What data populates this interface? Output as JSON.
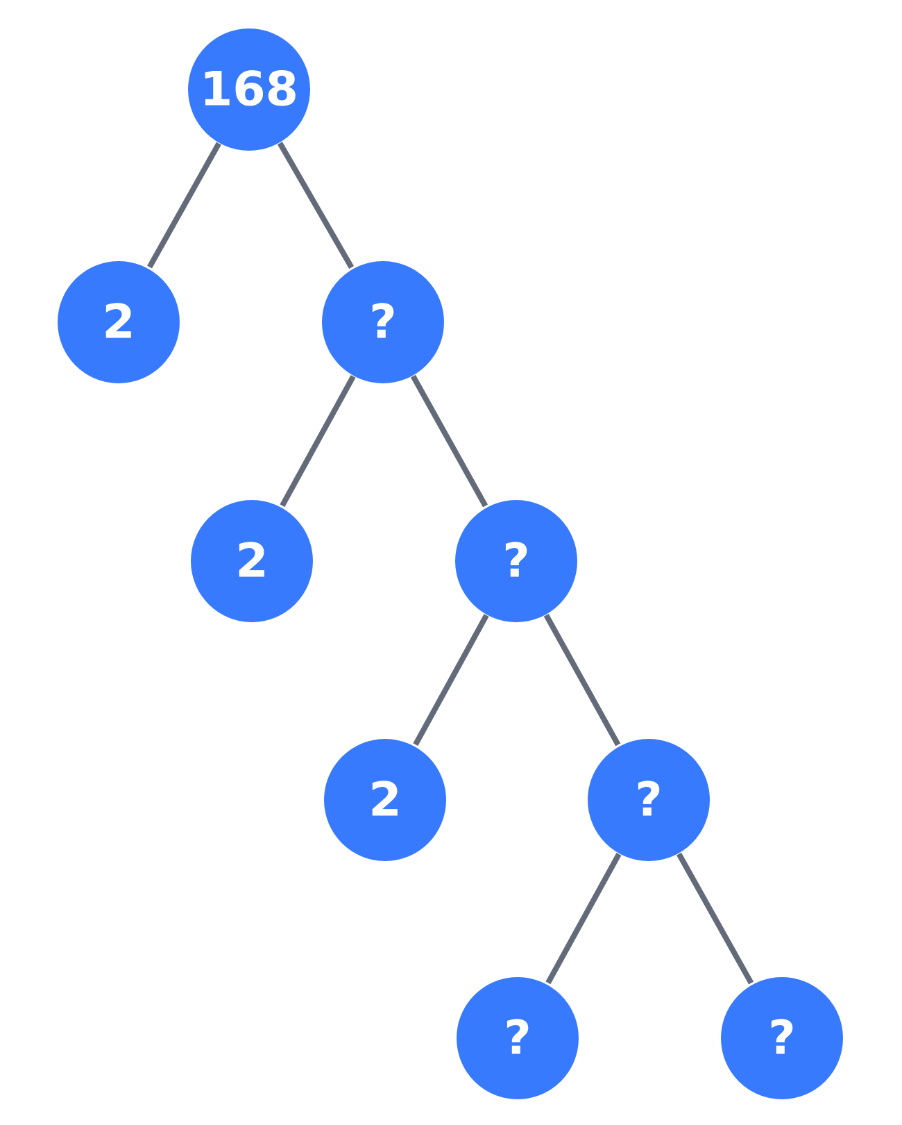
{
  "tree": {
    "node_color": "#377afe",
    "edge_color": "#636b7a",
    "label_color": "#ffffff",
    "nodes": [
      {
        "id": "root",
        "label": "168"
      },
      {
        "id": "l1-left",
        "label": "2"
      },
      {
        "id": "l1-right",
        "label": "?"
      },
      {
        "id": "l2-left",
        "label": "2"
      },
      {
        "id": "l2-right",
        "label": "?"
      },
      {
        "id": "l3-left",
        "label": "2"
      },
      {
        "id": "l3-right",
        "label": "?"
      },
      {
        "id": "l4-left",
        "label": "?"
      },
      {
        "id": "l4-right",
        "label": "?"
      }
    ],
    "edges": [
      {
        "from": "root",
        "to": "l1-left"
      },
      {
        "from": "root",
        "to": "l1-right"
      },
      {
        "from": "l1-right",
        "to": "l2-left"
      },
      {
        "from": "l1-right",
        "to": "l2-right"
      },
      {
        "from": "l2-right",
        "to": "l3-left"
      },
      {
        "from": "l2-right",
        "to": "l3-right"
      },
      {
        "from": "l3-right",
        "to": "l4-left"
      },
      {
        "from": "l3-right",
        "to": "l4-right"
      }
    ]
  }
}
